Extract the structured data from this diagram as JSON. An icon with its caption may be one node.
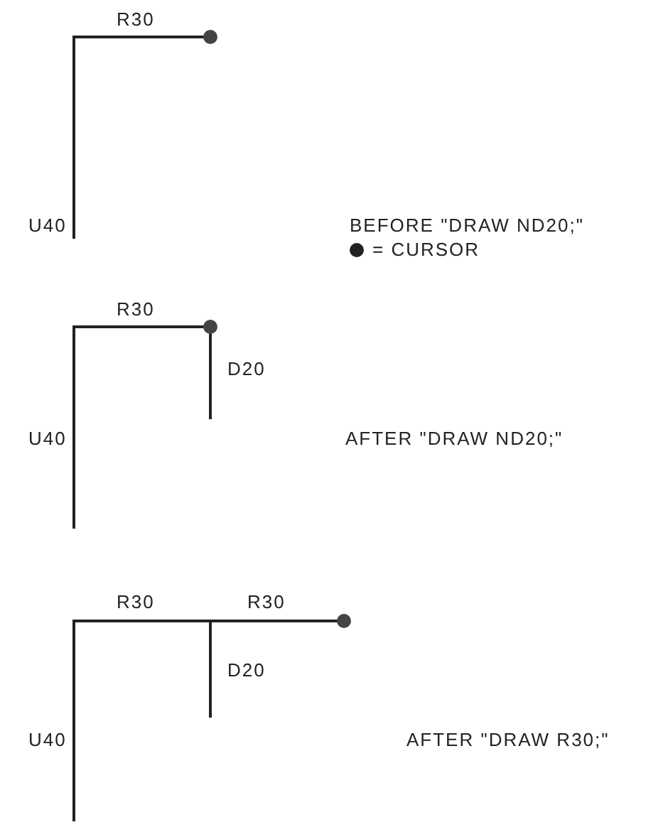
{
  "diagram": {
    "labels": [
      "R30",
      "U40",
      "BEFORE \"DRAW ND20;\"",
      "R30",
      "D20",
      "U40",
      "AFTER \"DRAW ND20;\"",
      "R30",
      "R30",
      "D20",
      "U40",
      "AFTER \"DRAW R30;\""
    ],
    "legend": [
      {
        "text": "= CURSOR"
      }
    ]
  }
}
